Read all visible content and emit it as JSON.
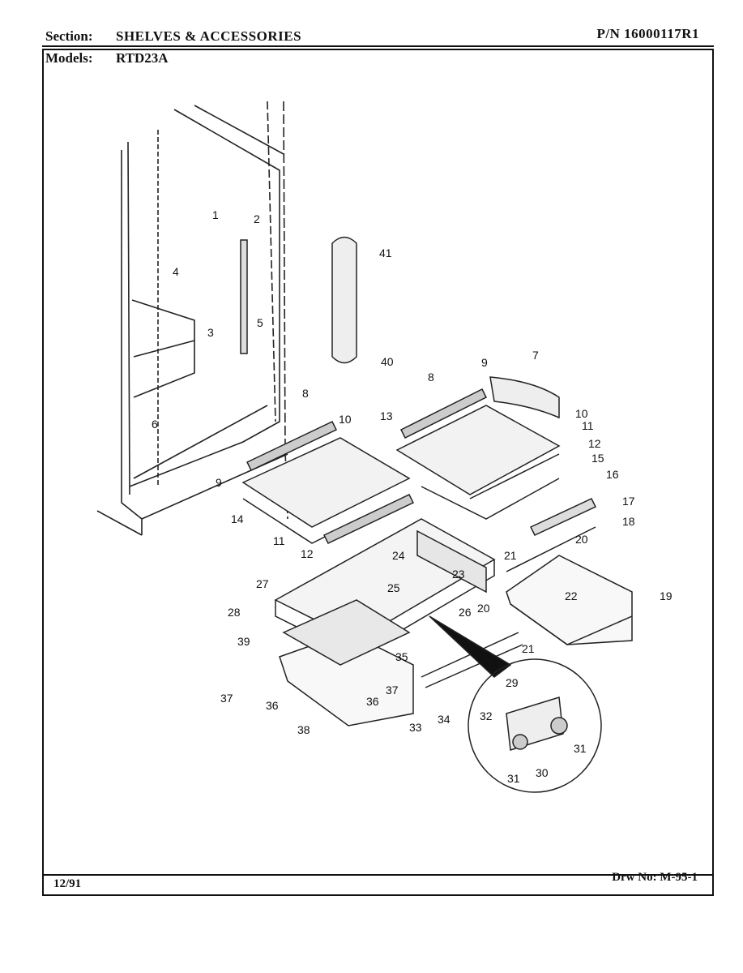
{
  "header": {
    "section_label": "Section:",
    "section_value": "SHELVES & ACCESSORIES",
    "part_number": "P/N 16000117R1",
    "models_label": "Models:",
    "models_value": "RTD23A"
  },
  "footer": {
    "date": "12/91",
    "drawing_number": "Drw No: M-95-1"
  },
  "callouts": [
    "1",
    "2",
    "3",
    "4",
    "5",
    "6",
    "7",
    "8",
    "8",
    "9",
    "9",
    "10",
    "10",
    "11",
    "11",
    "12",
    "12",
    "13",
    "14",
    "15",
    "16",
    "17",
    "18",
    "19",
    "20",
    "20",
    "21",
    "21",
    "22",
    "23",
    "24",
    "25",
    "26",
    "27",
    "28",
    "29",
    "30",
    "31",
    "31",
    "32",
    "33",
    "34",
    "35",
    "36",
    "36",
    "37",
    "37",
    "38",
    "39",
    "40",
    "41"
  ]
}
